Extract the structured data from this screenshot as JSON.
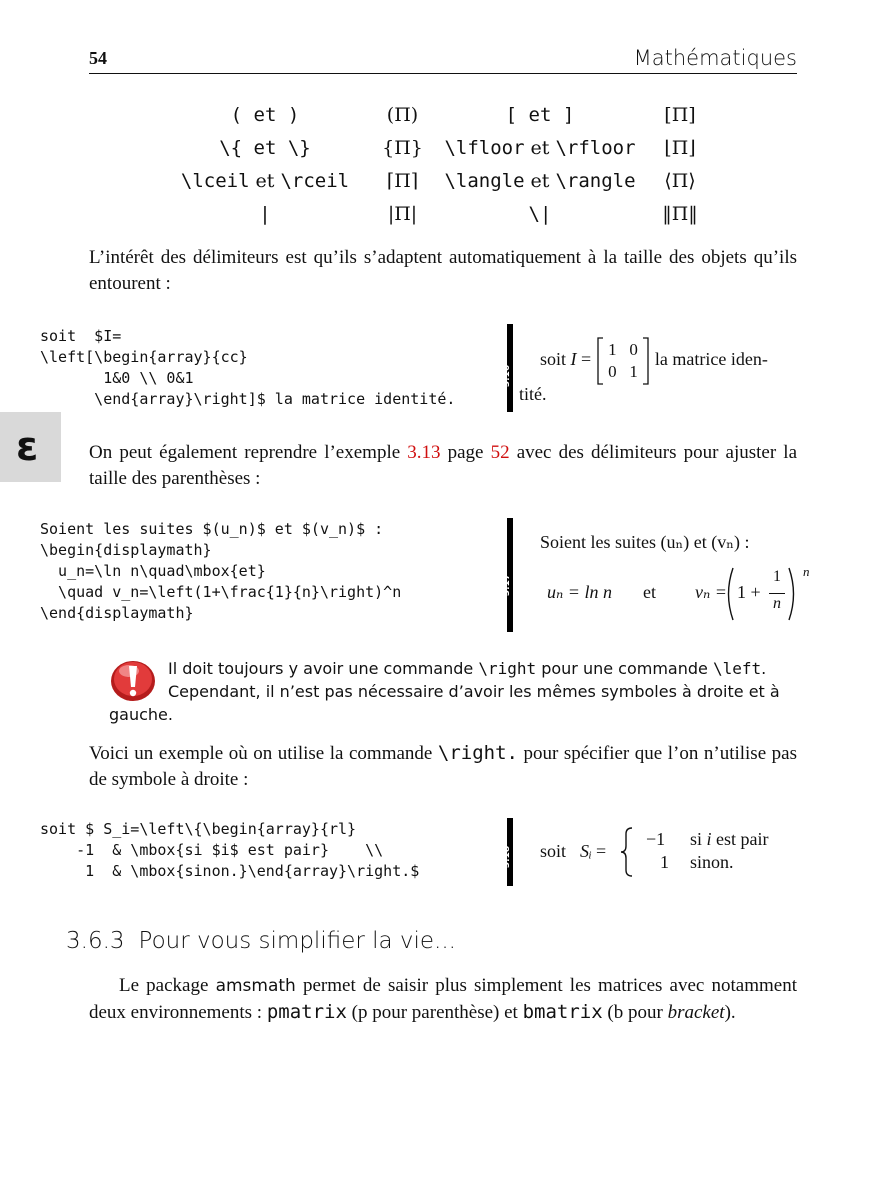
{
  "header": {
    "page_number": "54",
    "running_title": "Mathématiques"
  },
  "delimiters": {
    "rows": [
      {
        "a": "( et )",
        "a_res": "(Π)",
        "b": "[ et ]",
        "b_res": "[Π]"
      },
      {
        "a": "\\{ et \\}",
        "a_res": "{Π}",
        "b_1": "\\lfloor",
        "b_mid": " et ",
        "b_2": "\\rfloor",
        "b_res": "⌊Π⌋"
      },
      {
        "a_1": "\\lceil",
        "a_mid": " et ",
        "a_2": "\\rceil",
        "a_res": "⌈Π⌉",
        "b_1": "\\langle",
        "b_mid": " et ",
        "b_2": "\\rangle",
        "b_res": "⟨Π⟩"
      },
      {
        "a": "|",
        "a_res": "|Π|",
        "b": "\\|",
        "b_res": "‖Π‖"
      }
    ]
  },
  "para1": "L’intérêt des délimiteurs est qu’ils s’adaptent automatiquement à la taille des objets qu’ils entourent :",
  "ex316": {
    "label": "3.16",
    "code": "soit  $I=\n\\left[\\begin{array}{cc}\n       1&0 \\\\ 0&1\n      \\end{array}\\right]$ la matrice identité.",
    "res_pre": "soit ",
    "res_var": "I",
    "res_eq": " = ",
    "matrix": [
      [
        "1",
        "0"
      ],
      [
        "0",
        "1"
      ]
    ],
    "res_post": " la matrice iden-",
    "res_line2": "tité."
  },
  "chapter_icon": "ε",
  "para2": {
    "pre": "On peut également reprendre l’exemple ",
    "ref1": "3.13",
    "mid": " page ",
    "ref2": "52",
    "post": " avec des délimiteurs pour ajuster la taille des parenthèses :"
  },
  "ex317": {
    "label": "3.17",
    "code": "Soient les suites $(u_n)$ et $(v_n)$ :\n\\begin{displaymath}\n  u_n=\\ln n\\quad\\mbox{et}\n  \\quad v_n=\\left(1+\\frac{1}{n}\\right)^n\n\\end{displaymath}",
    "line1": "Soient les suites (uₙ) et (vₙ) :",
    "un": "uₙ = ln n",
    "et": "et",
    "vn": "vₙ = ",
    "one_plus": "1 + ",
    "frac_num": "1",
    "frac_den": "n",
    "exp": "n"
  },
  "warning": {
    "text_1": "Il doit toujours y avoir une commande ",
    "cmd1": "\\right",
    "text_2": " pour une commande ",
    "cmd2": "\\left",
    "text_3": ".",
    "text_4": "Cependant, il n’est pas nécessaire d’avoir les mêmes symboles à droite et à",
    "tail": "gauche."
  },
  "para3": {
    "pre": "Voici un exemple où on utilise la commande ",
    "cmd": "\\right.",
    "post": " pour spécifier que l’on n’utilise pas de symbole à droite :"
  },
  "ex318": {
    "label": "3.18",
    "code": "soit $ S_i=\\left\\{\\begin{array}{rl}\n    -1  & \\mbox{si $i$ est pair}    \\\\\n     1  & \\mbox{sinon.}\\end{array}\\right.$",
    "res_pre": "soit ",
    "res_var": "Sᵢ",
    "res_eq": " = ",
    "case1_val": "−1",
    "case1_txt_a": "si ",
    "case1_i": "i",
    "case1_txt_b": " est pair",
    "case2_val": "1",
    "case2_txt": "sinon."
  },
  "subsection": {
    "number": "3.6.3",
    "title": "Pour vous simplifier la vie..."
  },
  "para4": {
    "pre": "Le package ",
    "pkg": "amsmath",
    "mid1": " permet de saisir plus simplement les matrices avec notamment deux environnements : ",
    "env1": "pmatrix",
    "mid2": " (p pour parenthèse) et ",
    "env2": "bmatrix",
    "mid3": " (b pour ",
    "ital": "bracket",
    "post": ")."
  }
}
